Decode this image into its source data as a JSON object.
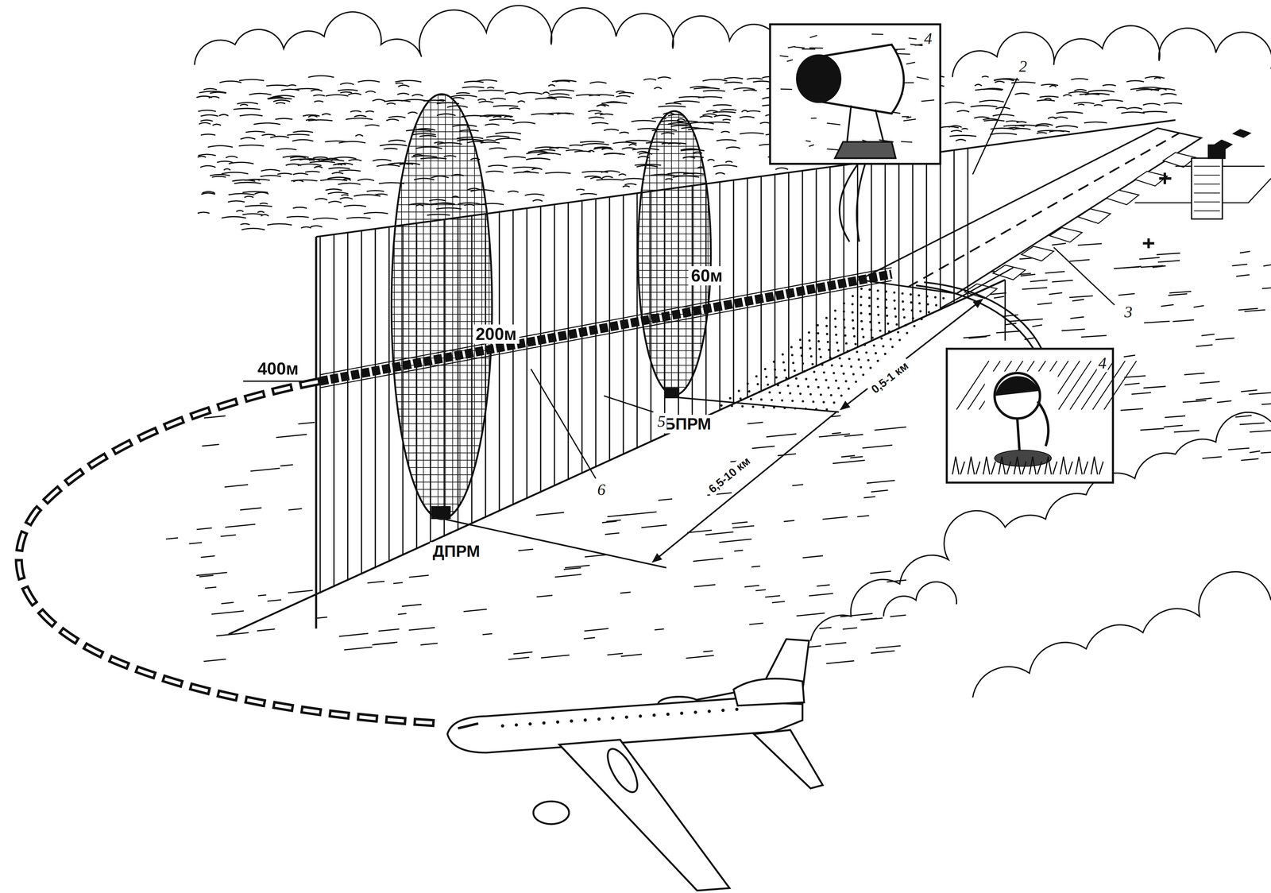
{
  "diagram": {
    "labels": [
      "400м",
      "200м",
      "60м",
      "БПРМ",
      "ДПРМ",
      "0,5-1 км",
      "6,5-10 км",
      "2",
      "3",
      "4",
      "4",
      "5",
      "6"
    ]
  }
}
